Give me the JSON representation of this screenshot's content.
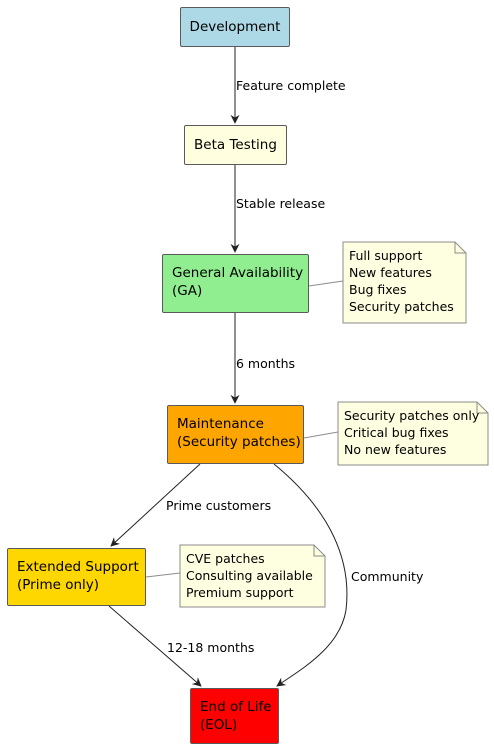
{
  "nodes": {
    "development": {
      "lines": [
        "Development"
      ],
      "color": "#add8e6"
    },
    "beta": {
      "lines": [
        "Beta Testing"
      ],
      "color": "#ffffe0"
    },
    "ga": {
      "lines": [
        "General Availability",
        "(GA)"
      ],
      "color": "#90ee90"
    },
    "maintenance": {
      "lines": [
        "Maintenance",
        "(Security patches)"
      ],
      "color": "#ffa500"
    },
    "extended": {
      "lines": [
        "Extended Support",
        "(Prime only)"
      ],
      "color": "#ffd700"
    },
    "eol": {
      "lines": [
        "End of Life",
        "(EOL)"
      ],
      "color": "#ff0000"
    }
  },
  "edges": {
    "dev_beta": "Feature complete",
    "beta_ga": "Stable release",
    "ga_maint": "6 months",
    "maint_ext": "Prime customers",
    "maint_eol": "Community",
    "ext_eol": "12-18 months"
  },
  "notes": {
    "ga": [
      "Full support",
      "New features",
      "Bug fixes",
      "Security patches"
    ],
    "maintenance": [
      "Security patches only",
      "Critical bug fixes",
      "No new features"
    ],
    "extended": [
      "CVE patches",
      "Consulting available",
      "Premium support"
    ]
  },
  "colors": {
    "note_fill": "#fefee0",
    "note_border": "#8c8c8c",
    "line": "#222222"
  }
}
